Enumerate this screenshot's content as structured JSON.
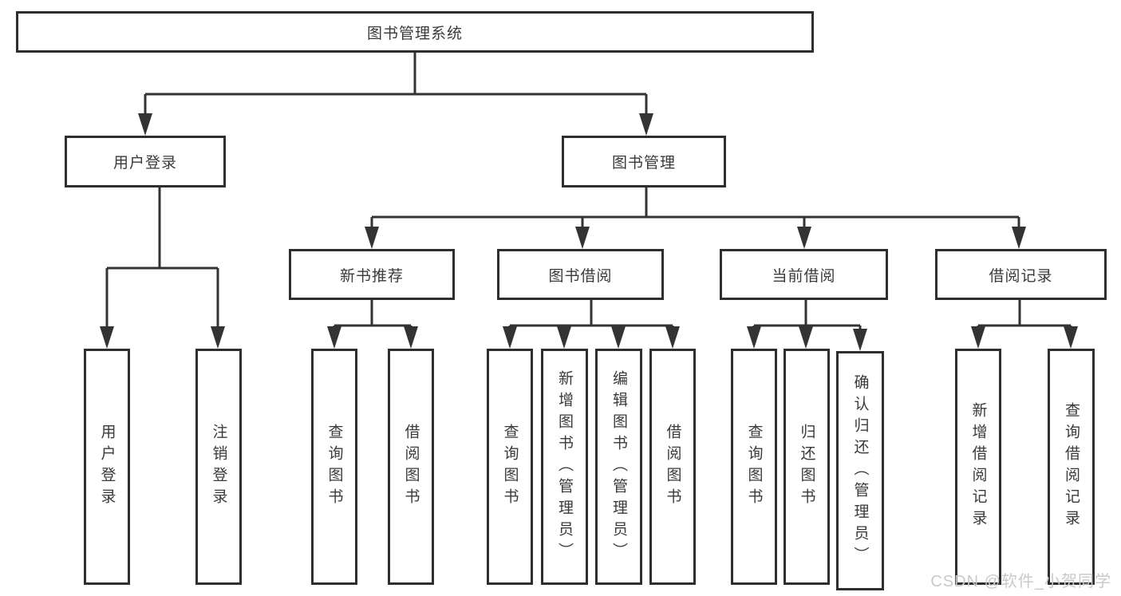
{
  "diagram_title": "图书管理系统",
  "tree": {
    "label": "图书管理系统",
    "children": [
      {
        "label": "用户登录",
        "children": [
          {
            "label": "用户登录"
          },
          {
            "label": "注销登录"
          }
        ]
      },
      {
        "label": "图书管理",
        "children": [
          {
            "label": "新书推荐",
            "children": [
              {
                "label": "查询图书"
              },
              {
                "label": "借阅图书"
              }
            ]
          },
          {
            "label": "图书借阅",
            "children": [
              {
                "label": "查询图书"
              },
              {
                "label": "新增图书（管理员）"
              },
              {
                "label": "编辑图书（管理员）"
              },
              {
                "label": "借阅图书"
              }
            ]
          },
          {
            "label": "当前借阅",
            "children": [
              {
                "label": "查询图书"
              },
              {
                "label": "归还图书"
              },
              {
                "label": "确认归还（管理员）"
              }
            ]
          },
          {
            "label": "借阅记录",
            "children": [
              {
                "label": "新增借阅记录"
              },
              {
                "label": "查询借阅记录"
              }
            ]
          }
        ]
      }
    ]
  },
  "watermark": "CSDN @软件_小贺同学",
  "colors": {
    "line": "#333333",
    "box_border": "#2e2e2e",
    "box_fill": "#ffffff",
    "text": "#3a3a3a",
    "watermark": "#c9c9c9",
    "background": "#ffffff"
  }
}
